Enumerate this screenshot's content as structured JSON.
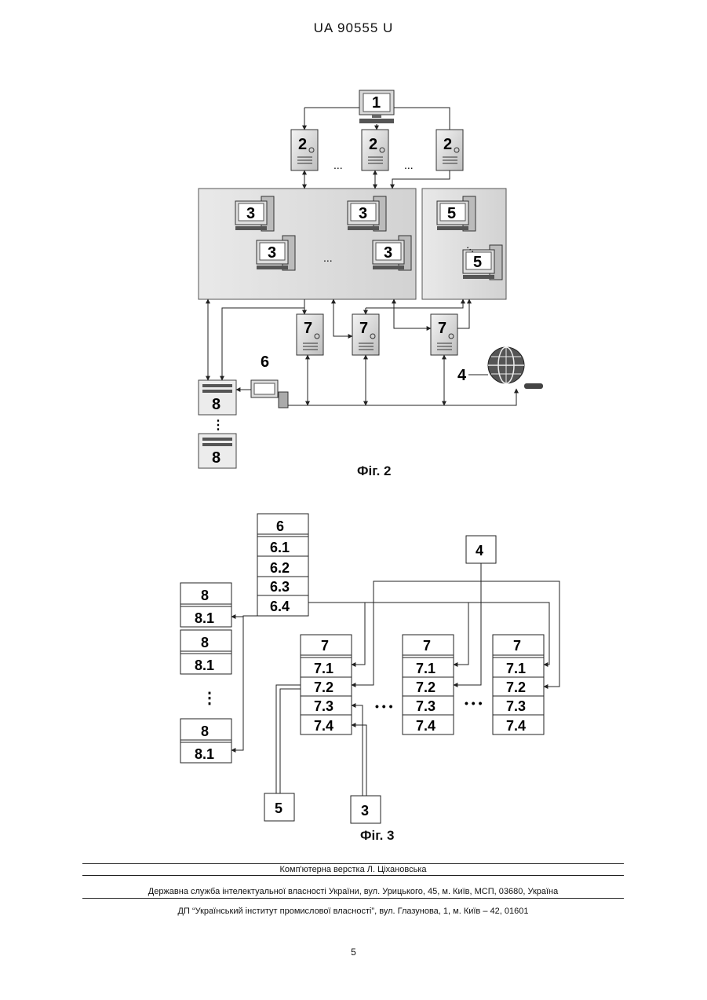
{
  "header": {
    "patent_number": "UA   90555   U"
  },
  "figure2": {
    "caption": "Фіг. 2",
    "labels": {
      "admin": "1",
      "server": "2",
      "workstation": "3",
      "internet": "4",
      "client": "5",
      "terminal": "6",
      "node": "7",
      "storage": "8"
    },
    "ellipsis": "...",
    "vertical_dots": "⋮"
  },
  "figure3": {
    "caption": "Фіг. 3",
    "block6": [
      "6",
      "6.1",
      "6.2",
      "6.3",
      "6.4"
    ],
    "block8": [
      "8",
      "8.1"
    ],
    "block7": [
      "7",
      "7.1",
      "7.2",
      "7.3",
      "7.4"
    ],
    "box4": "4",
    "box5": "5",
    "box3": "3",
    "ellipsis": "• • •",
    "vertical_dots": "⋮"
  },
  "footer": {
    "line1": "Комп'ютерна верстка Л. Ціхановська",
    "line2": "Державна служба інтелектуальної власності України, вул. Урицького, 45, м. Київ, МСП, 03680, Україна",
    "line3": "ДП “Український інститут промислової власності”, вул. Глазунова, 1, м. Київ – 42, 01601"
  },
  "page_number": "5"
}
